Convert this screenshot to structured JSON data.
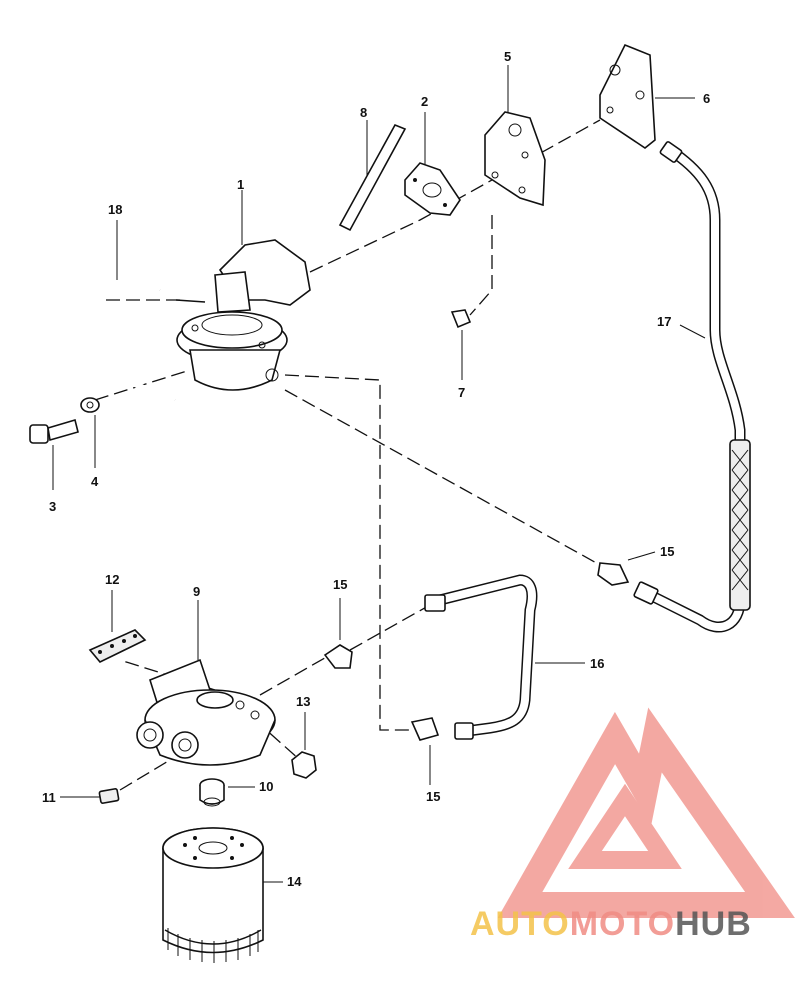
{
  "callouts": {
    "c1": "1",
    "c2": "2",
    "c3": "3",
    "c4": "4",
    "c5": "5",
    "c6": "6",
    "c7": "7",
    "c8": "8",
    "c9": "9",
    "c10": "10",
    "c11": "11",
    "c12": "12",
    "c13": "13",
    "c14": "14",
    "c15a": "15",
    "c15b": "15",
    "c15c": "15",
    "c16": "16",
    "c17": "17",
    "c18": "18"
  },
  "watermark": {
    "text": "AUTOMOTOHUB",
    "part_auto": "AUTO",
    "part_moto": "MOTO",
    "part_hub": "HUB",
    "colors": {
      "auto": "#f4c24a",
      "moto": "#f08c84",
      "hub": "#555555",
      "triangle": "#f08c84"
    }
  }
}
